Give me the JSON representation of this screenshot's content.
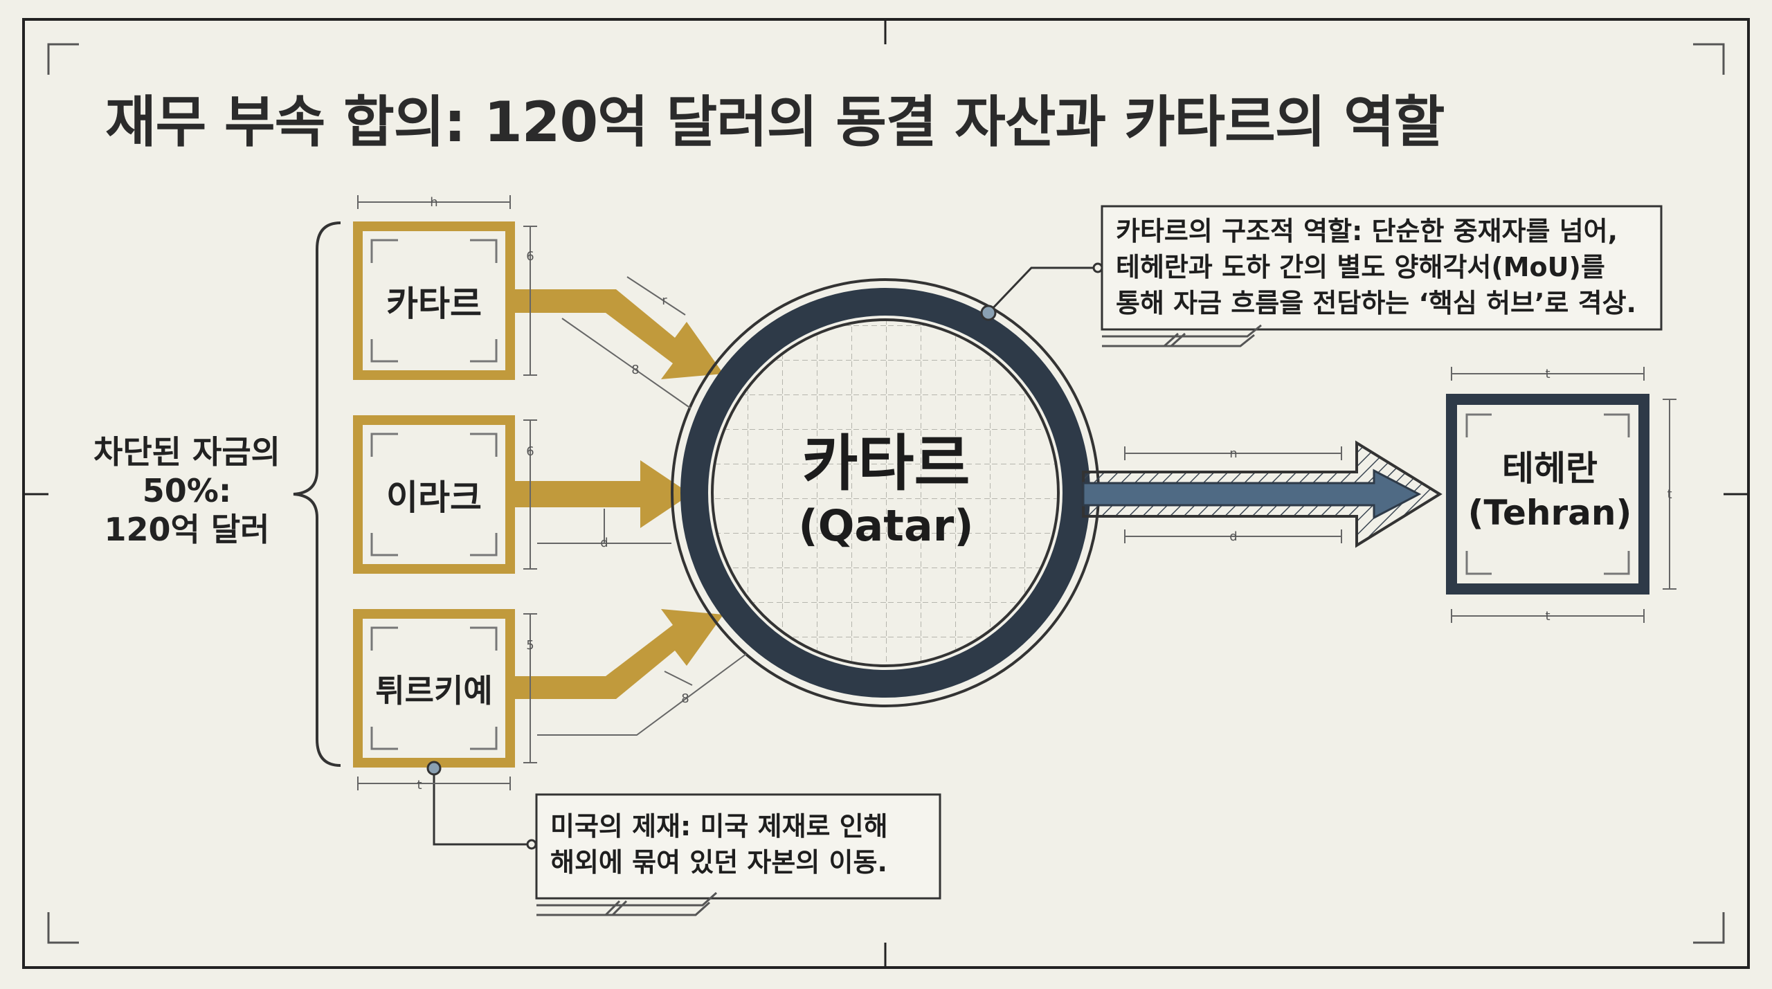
{
  "title": "재무 부속 합의: 120억 달러의 동결 자산과 카타르의 역할",
  "sources": {
    "label_lines": [
      "차단된 자금의",
      "50%:",
      "120억 달러"
    ],
    "items": [
      {
        "label": "카타르"
      },
      {
        "label": "이라크"
      },
      {
        "label": "튀르키예"
      }
    ]
  },
  "hub": {
    "name": "카타르",
    "name_en": "(Qatar)"
  },
  "destination": {
    "name": "테헤란",
    "name_en": "(Tehran)"
  },
  "notes": {
    "qatar_role": [
      "카타르의 구조적 역할: 단순한 중재자를 넘어,",
      "테헤란과 도하 간의 별도 양해각서(MoU)를",
      "통해 자금 흐름을 전담하는 ‘핵심 허브’로 격상."
    ],
    "sanctions": [
      "미국의 제재: 미국 제재로 인해",
      "해외에 묶여 있던 자본의 이동."
    ]
  },
  "dimension_marks": {
    "h": "h",
    "six_a": "6",
    "r": "r",
    "g1": "8",
    "six_b": "6",
    "d": "d",
    "five": "5",
    "g2": "8",
    "t1": "t",
    "n": "n",
    "d2": "d",
    "t2": "t",
    "t3": "t",
    "t4": "t"
  },
  "colors": {
    "background": "#f1f0e8",
    "gold": "#c19a3c",
    "navy": "#2e3a48",
    "arrow_blue": "#4f6a84",
    "ink": "#222222"
  }
}
